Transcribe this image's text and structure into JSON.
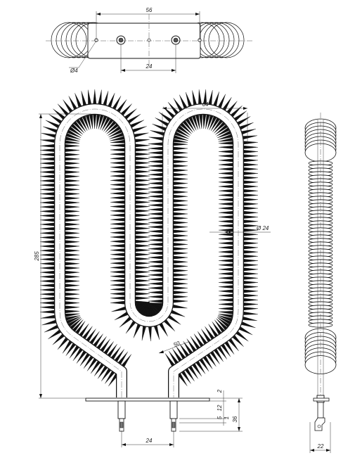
{
  "drawing": {
    "dimensions": {
      "top_width": "56",
      "top_hole_pitch": "24",
      "hole_diameter": "Ø4",
      "front_width": "64",
      "tube_diameter": "Ø 24",
      "height": "285",
      "bend_length": "50",
      "terminal_pitch": "24",
      "side_dim_2": "2",
      "side_dim_12": "12",
      "side_dim_5": "5",
      "side_dim_1": "1",
      "side_dim_36": "36",
      "side_width": "22"
    }
  }
}
